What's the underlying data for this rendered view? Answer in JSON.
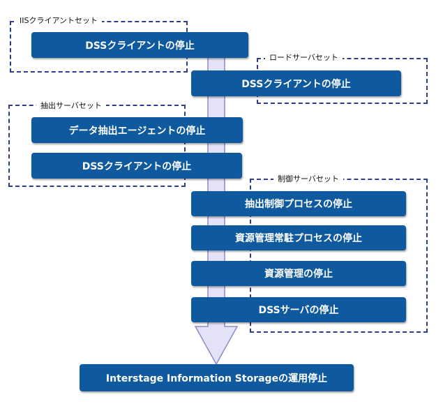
{
  "groups": {
    "iis_client_set": "IISクライアントセット",
    "load_server_set": "ロードサーバセット",
    "extract_server_set": "抽出サーバセット",
    "control_server_set": "制御サーバセット"
  },
  "steps": {
    "s1": "DSSクライアントの停止",
    "s2": "DSSクライアントの停止",
    "s3": "データ抽出エージェントの停止",
    "s4": "DSSクライアントの停止",
    "s5": "抽出制御プロセスの停止",
    "s6": "資源管理常駐プロセスの停止",
    "s7": "資源管理の停止",
    "s8": "DSSサーバの停止",
    "final": "Interstage Information Storageの運用停止"
  },
  "colors": {
    "box": "#0f5a9e",
    "arrow_fill": "#e4e2f6",
    "arrow_stroke": "#8c89c9",
    "dash": "#2e3a8c"
  }
}
